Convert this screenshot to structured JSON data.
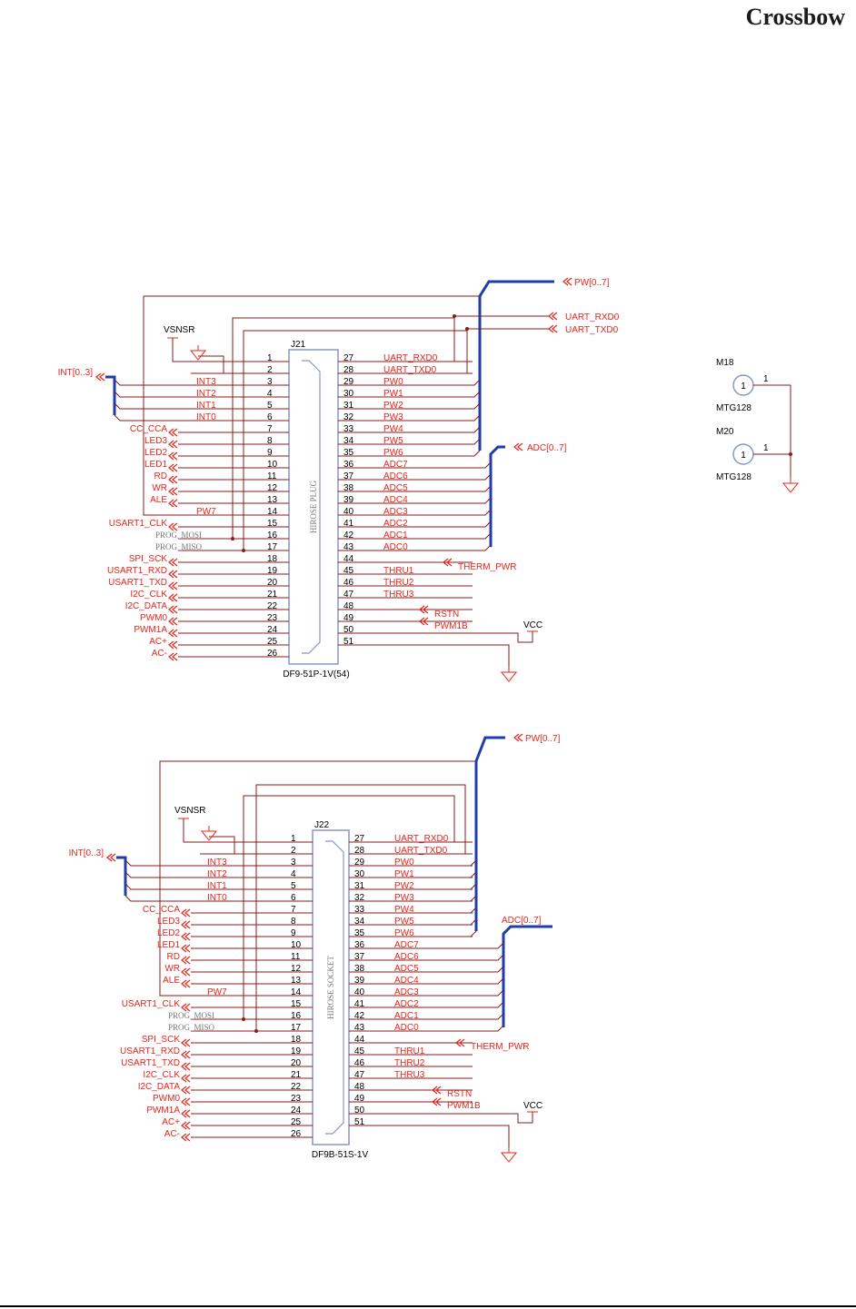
{
  "logo": "Crossbow",
  "colors": {
    "wire": "#8b1a1a",
    "net": "#e8231b",
    "bus": "#1f3fa8",
    "body": "#8896c8",
    "text": "#000000"
  },
  "connectors": [
    {
      "ref": "J21",
      "footprint": "DF9-51P-1V(54)",
      "body_text": "HIROSE PLUG",
      "left_pins": [
        {
          "num": "1",
          "net": ""
        },
        {
          "num": "2",
          "net": ""
        },
        {
          "num": "3",
          "net": "INT3"
        },
        {
          "num": "4",
          "net": "INT2"
        },
        {
          "num": "5",
          "net": "INT1"
        },
        {
          "num": "6",
          "net": "INT0"
        },
        {
          "num": "7",
          "net": ""
        },
        {
          "num": "8",
          "net": ""
        },
        {
          "num": "9",
          "net": ""
        },
        {
          "num": "10",
          "net": ""
        },
        {
          "num": "11",
          "net": ""
        },
        {
          "num": "12",
          "net": ""
        },
        {
          "num": "13",
          "net": ""
        },
        {
          "num": "14",
          "net": "PW7"
        },
        {
          "num": "15",
          "net": ""
        },
        {
          "num": "16",
          "net": ""
        },
        {
          "num": "17",
          "net": ""
        },
        {
          "num": "18",
          "net": ""
        },
        {
          "num": "19",
          "net": ""
        },
        {
          "num": "20",
          "net": ""
        },
        {
          "num": "21",
          "net": ""
        },
        {
          "num": "22",
          "net": ""
        },
        {
          "num": "23",
          "net": ""
        },
        {
          "num": "24",
          "net": ""
        },
        {
          "num": "25",
          "net": ""
        },
        {
          "num": "26",
          "net": ""
        }
      ],
      "right_pins": [
        {
          "num": "27",
          "net": "UART_RXD0"
        },
        {
          "num": "28",
          "net": "UART_TXD0"
        },
        {
          "num": "29",
          "net": "PW0"
        },
        {
          "num": "30",
          "net": "PW1"
        },
        {
          "num": "31",
          "net": "PW2"
        },
        {
          "num": "32",
          "net": "PW3"
        },
        {
          "num": "33",
          "net": "PW4"
        },
        {
          "num": "34",
          "net": "PW5"
        },
        {
          "num": "35",
          "net": "PW6"
        },
        {
          "num": "36",
          "net": "ADC7"
        },
        {
          "num": "37",
          "net": "ADC6"
        },
        {
          "num": "38",
          "net": "ADC5"
        },
        {
          "num": "39",
          "net": "ADC4"
        },
        {
          "num": "40",
          "net": "ADC3"
        },
        {
          "num": "41",
          "net": "ADC2"
        },
        {
          "num": "42",
          "net": "ADC1"
        },
        {
          "num": "43",
          "net": "ADC0"
        },
        {
          "num": "44",
          "net": ""
        },
        {
          "num": "45",
          "net": "THRU1"
        },
        {
          "num": "46",
          "net": "THRU2"
        },
        {
          "num": "47",
          "net": "THRU3"
        },
        {
          "num": "48",
          "net": ""
        },
        {
          "num": "49",
          "net": ""
        },
        {
          "num": "50",
          "net": ""
        },
        {
          "num": "51",
          "net": ""
        }
      ],
      "ports_left": [
        "CC_CCA",
        "LED3",
        "LED2",
        "LED1",
        "RD",
        "WR",
        "ALE",
        "USART1_CLK",
        "PROG_MOSI",
        "PROG_MISO",
        "SPI_SCK",
        "USART1_RXD",
        "USART1_TXD",
        "I2C_CLK",
        "I2C_DATA",
        "PWM0",
        "PWM1A",
        "AC+",
        "AC-"
      ],
      "ports_right": [
        "PW[0..7]",
        "UART_RXD0",
        "UART_TXD0",
        "ADC[0..7]",
        "THERM_PWR",
        "RSTN",
        "PWM1B"
      ],
      "int_port": "INT[0..3]",
      "vsnsr": "VSNSR",
      "vcc": "VCC"
    },
    {
      "ref": "J22",
      "footprint": "DF9B-51S-1V",
      "body_text": "HIROSE SOCKET",
      "left_pins": [
        {
          "num": "1",
          "net": ""
        },
        {
          "num": "2",
          "net": ""
        },
        {
          "num": "3",
          "net": "INT3"
        },
        {
          "num": "4",
          "net": "INT2"
        },
        {
          "num": "5",
          "net": "INT1"
        },
        {
          "num": "6",
          "net": "INT0"
        },
        {
          "num": "7",
          "net": ""
        },
        {
          "num": "8",
          "net": ""
        },
        {
          "num": "9",
          "net": ""
        },
        {
          "num": "10",
          "net": ""
        },
        {
          "num": "11",
          "net": ""
        },
        {
          "num": "12",
          "net": ""
        },
        {
          "num": "13",
          "net": ""
        },
        {
          "num": "14",
          "net": "PW7"
        },
        {
          "num": "15",
          "net": ""
        },
        {
          "num": "16",
          "net": ""
        },
        {
          "num": "17",
          "net": ""
        },
        {
          "num": "18",
          "net": ""
        },
        {
          "num": "19",
          "net": ""
        },
        {
          "num": "20",
          "net": ""
        },
        {
          "num": "21",
          "net": ""
        },
        {
          "num": "22",
          "net": ""
        },
        {
          "num": "23",
          "net": ""
        },
        {
          "num": "24",
          "net": ""
        },
        {
          "num": "25",
          "net": ""
        },
        {
          "num": "26",
          "net": ""
        }
      ],
      "right_pins": [
        {
          "num": "27",
          "net": "UART_RXD0"
        },
        {
          "num": "28",
          "net": "UART_TXD0"
        },
        {
          "num": "29",
          "net": "PW0"
        },
        {
          "num": "30",
          "net": "PW1"
        },
        {
          "num": "31",
          "net": "PW2"
        },
        {
          "num": "32",
          "net": "PW3"
        },
        {
          "num": "33",
          "net": "PW4"
        },
        {
          "num": "34",
          "net": "PW5"
        },
        {
          "num": "35",
          "net": "PW6"
        },
        {
          "num": "36",
          "net": "ADC7"
        },
        {
          "num": "37",
          "net": "ADC6"
        },
        {
          "num": "38",
          "net": "ADC5"
        },
        {
          "num": "39",
          "net": "ADC4"
        },
        {
          "num": "40",
          "net": "ADC3"
        },
        {
          "num": "41",
          "net": "ADC2"
        },
        {
          "num": "42",
          "net": "ADC1"
        },
        {
          "num": "43",
          "net": "ADC0"
        },
        {
          "num": "44",
          "net": ""
        },
        {
          "num": "45",
          "net": "THRU1"
        },
        {
          "num": "46",
          "net": "THRU2"
        },
        {
          "num": "47",
          "net": "THRU3"
        },
        {
          "num": "48",
          "net": ""
        },
        {
          "num": "49",
          "net": ""
        },
        {
          "num": "50",
          "net": ""
        },
        {
          "num": "51",
          "net": ""
        }
      ],
      "ports_left": [
        "CC_CCA",
        "LED3",
        "LED2",
        "LED1",
        "RD",
        "WR",
        "ALE",
        "USART1_CLK",
        "PROG_MOSI",
        "PROG_MISO",
        "SPI_SCK",
        "USART1_RXD",
        "USART1_TXD",
        "I2C_CLK",
        "I2C_DATA",
        "PWM0",
        "PWM1A",
        "AC+",
        "AC-"
      ],
      "ports_right": [
        "PW[0..7]",
        "ADC[0..7]",
        "THERM_PWR",
        "RSTN",
        "PWM1B"
      ],
      "int_port": "INT[0..3]",
      "vsnsr": "VSNSR",
      "vcc": "VCC"
    }
  ],
  "mounting_holes": [
    {
      "ref": "M18",
      "value": "MTG128",
      "pin": "1",
      "pin_label": "1"
    },
    {
      "ref": "M20",
      "value": "MTG128",
      "pin": "1",
      "pin_label": "1"
    }
  ]
}
